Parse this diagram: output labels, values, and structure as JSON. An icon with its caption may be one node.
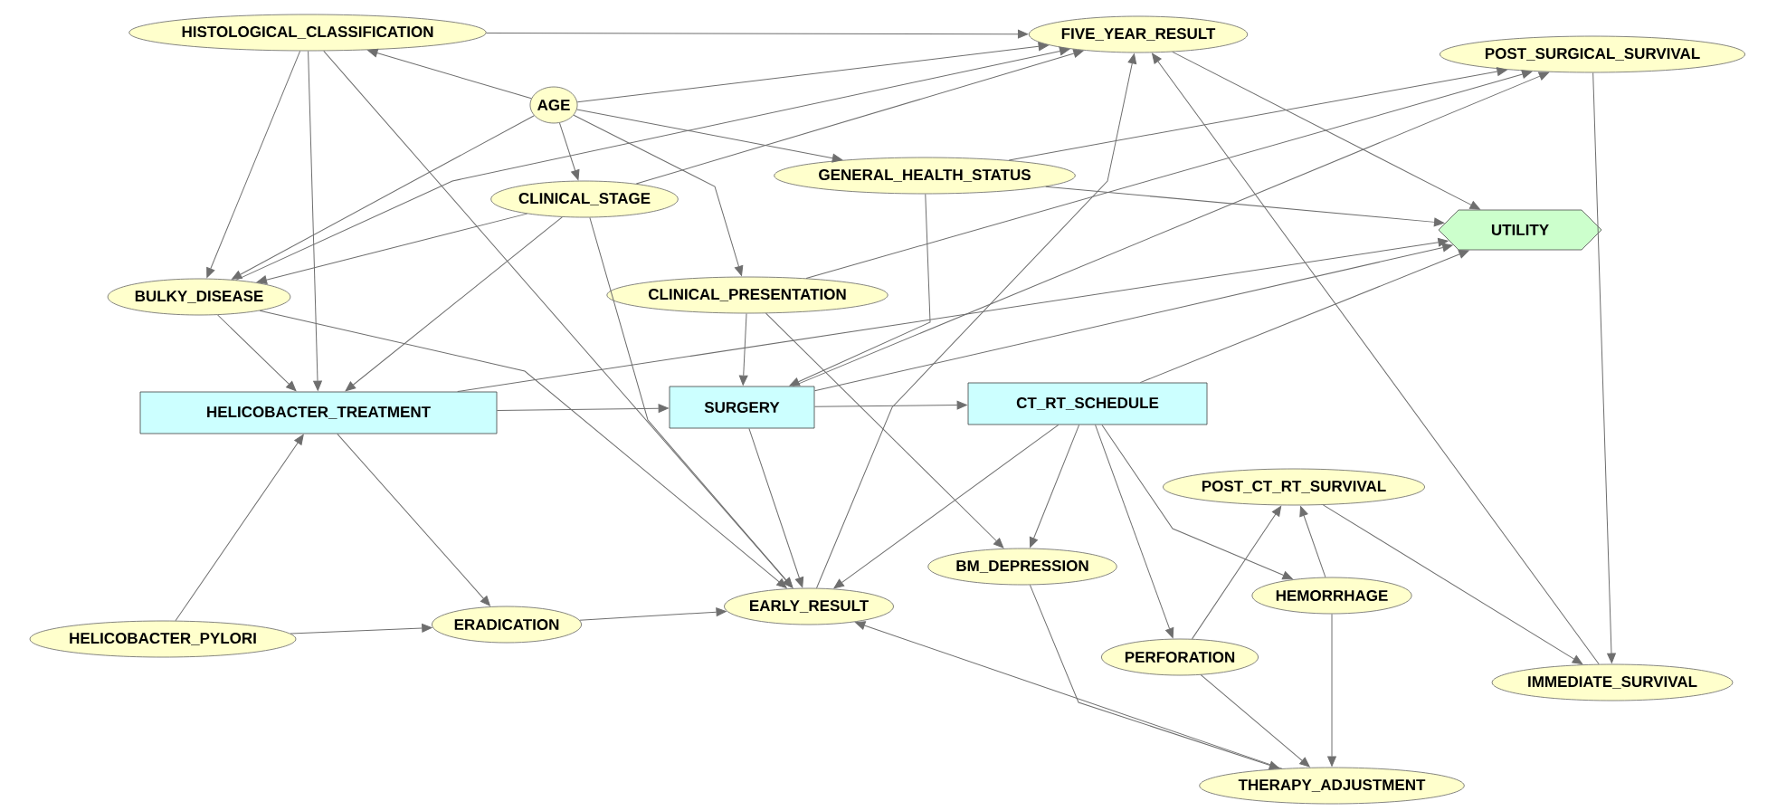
{
  "diagram": {
    "nodes": [
      {
        "text": [
          "HISTOLOGICAL_CLASSIFICATION"
        ]
      },
      {
        "text": [
          "AGE"
        ]
      },
      {
        "text": [
          "FIVE_YEAR_RESULT"
        ]
      },
      {
        "text": [
          "POST_SURGICAL_SURVIVAL"
        ]
      },
      {
        "text": [
          "CLINICAL_STAGE"
        ]
      },
      {
        "text": [
          "GENERAL_HEALTH_STATUS"
        ]
      },
      {
        "text": [
          "UTILITY"
        ]
      },
      {
        "text": [
          "BULKY_DISEASE"
        ]
      },
      {
        "text": [
          "CLINICAL_PRESENTATION"
        ]
      },
      {
        "text": [
          "HELICOBACTER_TREATMENT"
        ]
      },
      {
        "text": [
          "SURGERY"
        ]
      },
      {
        "text": [
          "CT_RT_SCHEDULE"
        ]
      },
      {
        "text": [
          "POST_CT_RT_SURVIVAL"
        ]
      },
      {
        "text": [
          "BM_DEPRESSION"
        ]
      },
      {
        "text": [
          "HEMORRHAGE"
        ]
      },
      {
        "text": [
          "EARLY_RESULT"
        ]
      },
      {
        "text": [
          "HELICOBACTER_PYLORI"
        ]
      },
      {
        "text": [
          "ERADICATION"
        ]
      },
      {
        "text": [
          "PERFORATION"
        ]
      },
      {
        "text": [
          "IMMEDIATE_SURVIVAL"
        ]
      },
      {
        "text": [
          "THERAPY_ADJUSTMENT"
        ]
      }
    ],
    "edges": [
      {
        "from": 0,
        "to": 2,
        "arrow": "to"
      },
      {
        "from": 0,
        "to": 7,
        "arrow": "to"
      },
      {
        "from": 0,
        "to": 9,
        "arrow": "to"
      },
      {
        "from": 0,
        "to": 15,
        "arrow": "to"
      },
      {
        "from": 1,
        "to": 0,
        "arrow": "to"
      },
      {
        "from": 1,
        "to": 2,
        "arrow": "to"
      },
      {
        "from": 1,
        "to": 4,
        "arrow": "to"
      },
      {
        "from": 1,
        "to": 5,
        "arrow": "to"
      },
      {
        "from": 1,
        "to": 7,
        "arrow": "to"
      },
      {
        "from": 1,
        "to": 8,
        "arrow": "to"
      },
      {
        "from": 4,
        "to": 7,
        "arrow": "to"
      },
      {
        "from": 4,
        "to": 2,
        "arrow": "to"
      },
      {
        "from": 4,
        "to": 9,
        "arrow": "to"
      },
      {
        "from": 4,
        "to": 15,
        "arrow": "to"
      },
      {
        "from": 7,
        "to": 2,
        "arrow": "to"
      },
      {
        "from": 7,
        "to": 9,
        "arrow": "to"
      },
      {
        "from": 7,
        "to": 15,
        "arrow": "to"
      },
      {
        "from": 5,
        "to": 3,
        "arrow": "to"
      },
      {
        "from": 5,
        "to": 6,
        "arrow": "to"
      },
      {
        "from": 5,
        "to": 10,
        "arrow": "to"
      },
      {
        "from": 8,
        "to": 10,
        "arrow": "to"
      },
      {
        "from": 8,
        "to": 3,
        "arrow": "to"
      },
      {
        "from": 8,
        "to": 13,
        "arrow": "to"
      },
      {
        "from": 9,
        "to": 10,
        "arrow": "to"
      },
      {
        "from": 9,
        "to": 6,
        "arrow": "to"
      },
      {
        "from": 9,
        "to": 17,
        "arrow": "to"
      },
      {
        "from": 16,
        "to": 9,
        "arrow": "to"
      },
      {
        "from": 16,
        "to": 17,
        "arrow": "to"
      },
      {
        "from": 17,
        "to": 15,
        "arrow": "to"
      },
      {
        "from": 10,
        "to": 11,
        "arrow": "to"
      },
      {
        "from": 10,
        "to": 3,
        "arrow": "to"
      },
      {
        "from": 10,
        "to": 6,
        "arrow": "to"
      },
      {
        "from": 10,
        "to": 15,
        "arrow": "to"
      },
      {
        "from": 11,
        "to": 13,
        "arrow": "to"
      },
      {
        "from": 11,
        "to": 18,
        "arrow": "to"
      },
      {
        "from": 11,
        "to": 15,
        "arrow": "to"
      },
      {
        "from": 11,
        "to": 6,
        "arrow": "to"
      },
      {
        "from": 11,
        "to": 14,
        "arrow": "to"
      },
      {
        "from": 18,
        "to": 12,
        "arrow": "to"
      },
      {
        "from": 14,
        "to": 12,
        "arrow": "to"
      },
      {
        "from": 12,
        "to": 19,
        "arrow": "to"
      },
      {
        "from": 3,
        "to": 19,
        "arrow": "to"
      },
      {
        "from": 19,
        "to": 2,
        "arrow": "to"
      },
      {
        "from": 14,
        "to": 20,
        "arrow": "to"
      },
      {
        "from": 18,
        "to": 20,
        "arrow": "to"
      },
      {
        "from": 13,
        "to": 20,
        "arrow": "to"
      },
      {
        "from": 20,
        "to": 15,
        "arrow": "to"
      },
      {
        "from": 15,
        "to": 2,
        "arrow": "to"
      },
      {
        "from": 2,
        "to": 6,
        "arrow": "to"
      }
    ]
  }
}
